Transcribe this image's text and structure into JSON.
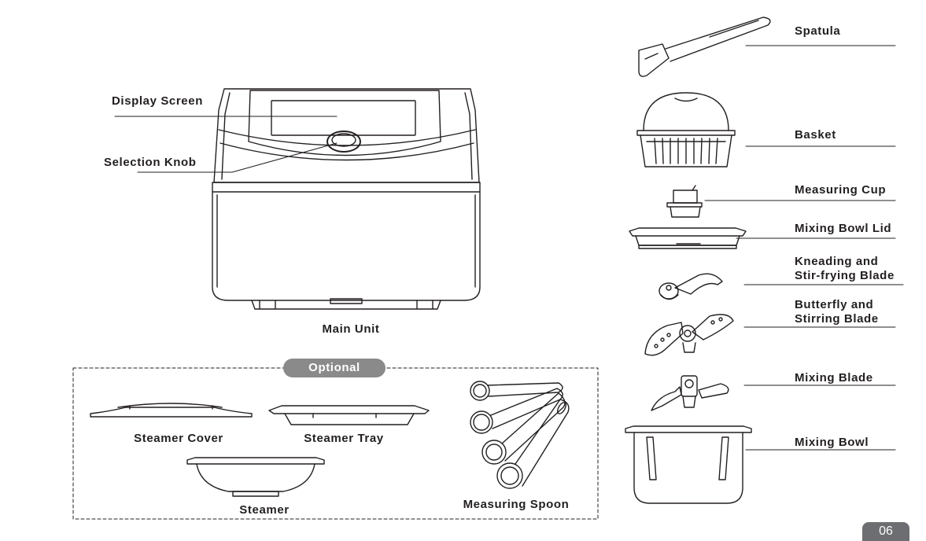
{
  "colors": {
    "line": "#231f20",
    "badge": "#8a8a8a",
    "page_tab": "#6d6e71"
  },
  "main_unit": {
    "display_screen_label": "Display Screen",
    "selection_knob_label": "Selection Knob",
    "caption": "Main Unit"
  },
  "optional": {
    "badge": "Optional",
    "steamer_cover_label": "Steamer Cover",
    "steamer_tray_label": "Steamer Tray",
    "steamer_label": "Steamer",
    "measuring_spoon_label": "Measuring Spoon"
  },
  "accessories": {
    "spatula": "Spatula",
    "basket": "Basket",
    "measuring_cup": "Measuring Cup",
    "mixing_bowl_lid": "Mixing Bowl Lid",
    "kneading_line1": "Kneading and",
    "kneading_line2": "Stir-frying Blade",
    "butterfly_line1": "Butterfly and",
    "butterfly_line2": "Stirring Blade",
    "mixing_blade": "Mixing Blade",
    "mixing_bowl": "Mixing Bowl"
  },
  "page_number": "06"
}
